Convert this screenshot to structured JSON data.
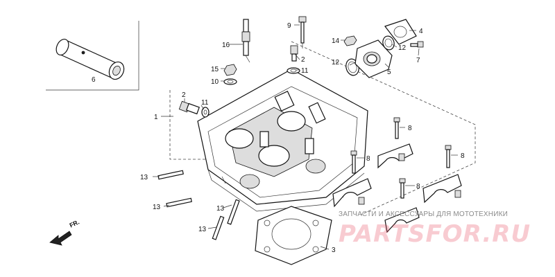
{
  "labels": {
    "l1": "1",
    "l2a": "2",
    "l2b": "2",
    "l3": "3",
    "l4": "4",
    "l5": "5",
    "l6": "6",
    "l7": "7",
    "l8a": "8",
    "l8b": "8",
    "l8c": "8",
    "l8d": "8",
    "l9": "9",
    "l10": "10",
    "l11a": "11",
    "l11b": "11",
    "l12a": "12",
    "l12b": "12",
    "l13a": "13",
    "l13b": "13",
    "l13c": "13",
    "l13d": "13",
    "l14": "14",
    "l15": "15",
    "l16": "16"
  },
  "direction_mark": "FR.",
  "watermark": {
    "caption": "ЗАПЧАСТИ И АКСЕССУАРЫ ДЛЯ МОТОТЕХНИКИ",
    "site": "PARTSFOR.RU"
  }
}
